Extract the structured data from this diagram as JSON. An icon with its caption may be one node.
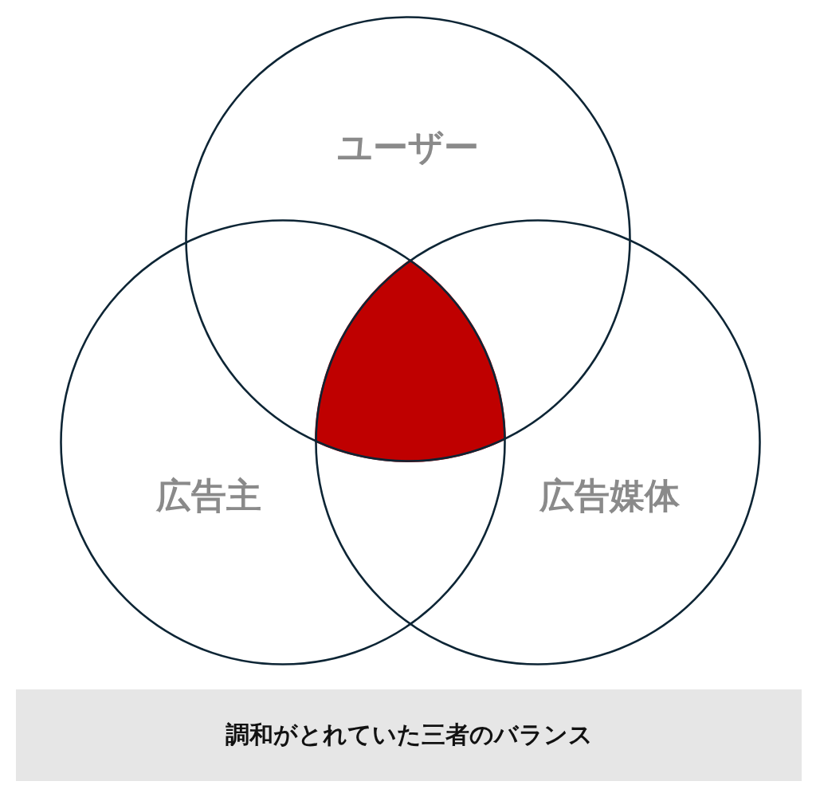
{
  "diagram": {
    "caption": "調和がとれていた三者のバランス",
    "nodes": [
      {
        "text": [
          "ユーザー"
        ]
      },
      {
        "text": [
          "広告主"
        ]
      },
      {
        "text": [
          "広告媒体"
        ]
      },
      {
        "text": [],
        "shape": "triangle"
      }
    ]
  }
}
